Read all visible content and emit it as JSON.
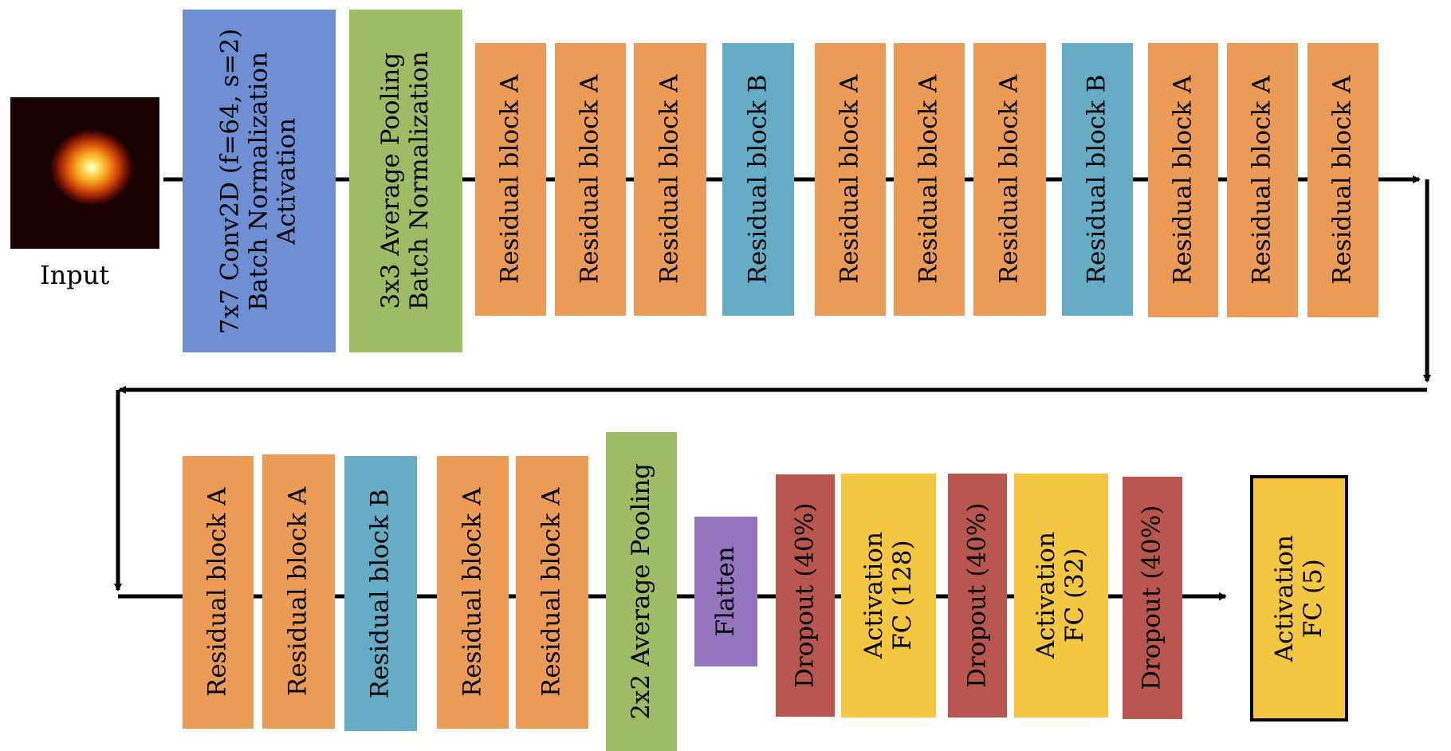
{
  "input": {
    "label": "Input"
  },
  "row1": [
    {
      "lines": [
        "7x7 Conv2D (f=64, s=2)",
        "Batch Normalization",
        "Activation"
      ]
    },
    {
      "lines": [
        "3x3 Average Pooling",
        "Batch Normalization"
      ]
    },
    {
      "lines": [
        "Residual block A"
      ]
    },
    {
      "lines": [
        "Residual block A"
      ]
    },
    {
      "lines": [
        "Residual block A"
      ]
    },
    {
      "lines": [
        "Residual block B"
      ]
    },
    {
      "lines": [
        "Residual block A"
      ]
    },
    {
      "lines": [
        "Residual block A"
      ]
    },
    {
      "lines": [
        "Residual block A"
      ]
    },
    {
      "lines": [
        "Residual block B"
      ]
    },
    {
      "lines": [
        "Residual block A"
      ]
    },
    {
      "lines": [
        "Residual block A"
      ]
    },
    {
      "lines": [
        "Residual block A"
      ]
    }
  ],
  "row2": [
    {
      "lines": [
        "Residual block A"
      ]
    },
    {
      "lines": [
        "Residual block A"
      ]
    },
    {
      "lines": [
        "Residual block B"
      ]
    },
    {
      "lines": [
        "Residual block A"
      ]
    },
    {
      "lines": [
        "Residual block A"
      ]
    },
    {
      "lines": [
        "2x2 Average Pooling"
      ]
    },
    {
      "lines": [
        "Flatten"
      ]
    },
    {
      "lines": [
        "Dropout (40%)"
      ]
    },
    {
      "lines": [
        "Activation",
        "FC (128)"
      ]
    },
    {
      "lines": [
        "Dropout (40%)"
      ]
    },
    {
      "lines": [
        "Activation",
        "FC (32)"
      ]
    },
    {
      "lines": [
        "Dropout (40%)"
      ]
    },
    {
      "lines": [
        "Activation",
        "FC (5)"
      ]
    }
  ],
  "colors": {
    "conv": "#6D8FD3",
    "pooling": "#9EBB65",
    "residual_a": "#EC9B57",
    "residual_b": "#65ABC4",
    "flatten": "#9476BE",
    "dropout": "#B9574F",
    "fc": "#F4C642"
  }
}
